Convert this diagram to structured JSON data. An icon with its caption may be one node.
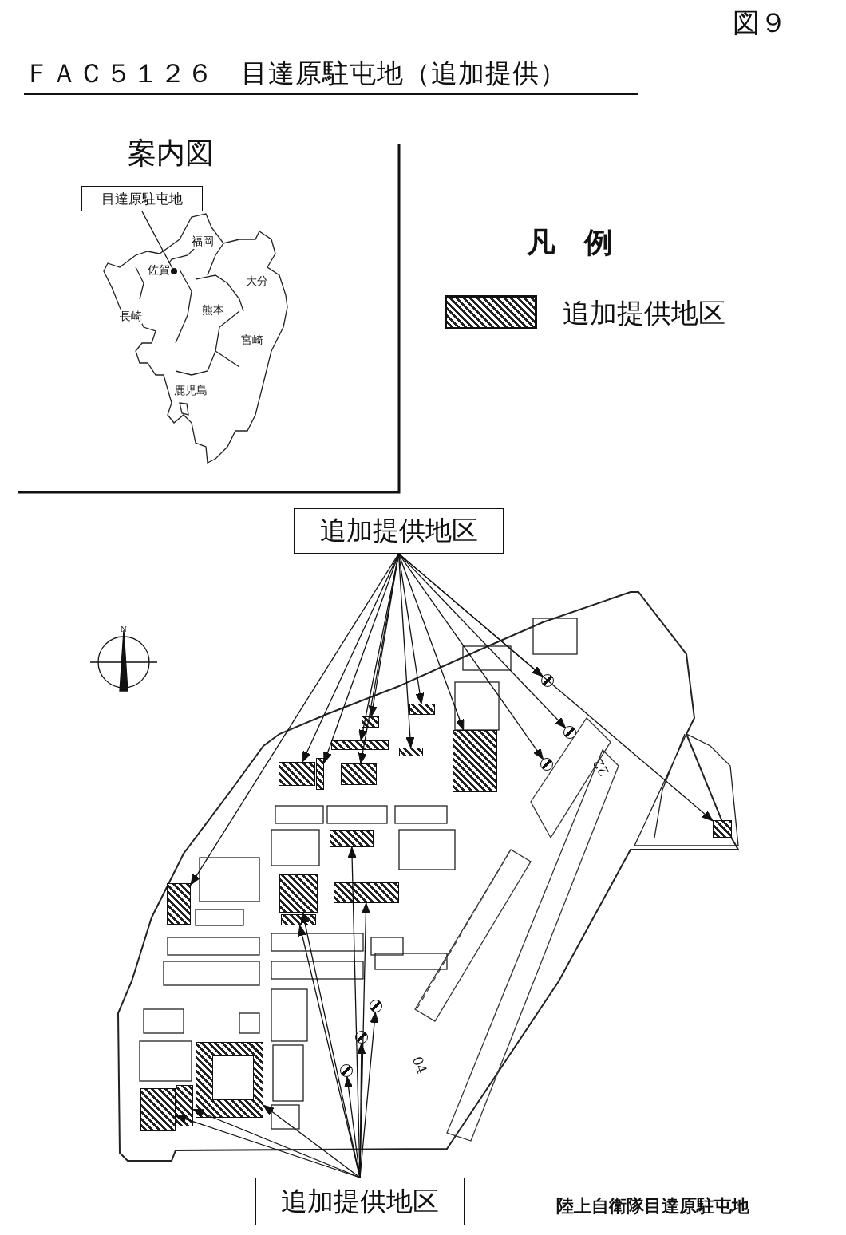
{
  "diagram": {
    "title": "ＦＡＣ５１２６　目達原駐屯地（追加提供）",
    "nodes": [
      {
        "text": [
          "目達原駐屯地"
        ]
      },
      {
        "text": [],
        "shape": "circle"
      },
      {
        "text": [
          "追加提供地区"
        ]
      },
      {
        "text": [
          "追加提供地区"
        ]
      },
      {
        "text": [],
        "shape": "box"
      },
      {
        "text": [],
        "shape": "box"
      },
      {
        "text": [],
        "shape": "box"
      },
      {
        "text": [],
        "shape": "circle"
      },
      {
        "text": [],
        "shape": "box"
      },
      {
        "text": [],
        "shape": "box"
      },
      {
        "text": [],
        "shape": "circle"
      },
      {
        "text": [],
        "shape": "box"
      },
      {
        "text": [],
        "shape": "box"
      },
      {
        "text": [],
        "shape": "box"
      },
      {
        "text": [],
        "shape": "circle"
      },
      {
        "text": [],
        "shape": "box"
      },
      {
        "text": [],
        "shape": "box"
      },
      {
        "text": [],
        "shape": "box"
      },
      {
        "text": [],
        "shape": "box"
      },
      {
        "text": [],
        "shape": "box"
      },
      {
        "text": [],
        "shape": "circle"
      },
      {
        "text": [],
        "shape": "circle"
      },
      {
        "text": [],
        "shape": "circle"
      },
      {
        "text": [],
        "shape": "box"
      },
      {
        "text": [],
        "shape": "box"
      },
      {
        "text": [],
        "shape": "box"
      },
      {
        "text": [],
        "shape": "box"
      }
    ],
    "edges": [
      {
        "from": 0,
        "to": 1,
        "arrow": "none"
      },
      {
        "from": 2,
        "to": 12,
        "arrow": "to"
      },
      {
        "from": 2,
        "to": 11,
        "arrow": "to"
      },
      {
        "from": 2,
        "to": 5,
        "arrow": "to"
      },
      {
        "from": 2,
        "to": 8,
        "arrow": "to"
      },
      {
        "from": 2,
        "to": 13,
        "arrow": "to"
      },
      {
        "from": 2,
        "to": 9,
        "arrow": "to"
      },
      {
        "from": 2,
        "to": 4,
        "arrow": "to"
      },
      {
        "from": 2,
        "to": 6,
        "arrow": "to"
      },
      {
        "from": 2,
        "to": 7,
        "arrow": "to"
      },
      {
        "from": 2,
        "to": 10,
        "arrow": "to"
      },
      {
        "from": 2,
        "to": 14,
        "arrow": "to"
      },
      {
        "from": 2,
        "to": 15,
        "arrow": "to"
      },
      {
        "from": 2,
        "to": 18,
        "arrow": "to"
      },
      {
        "from": 3,
        "to": 16,
        "arrow": "to"
      },
      {
        "from": 3,
        "to": 26,
        "arrow": "to"
      },
      {
        "from": 3,
        "to": 19,
        "arrow": "to"
      },
      {
        "from": 3,
        "to": 17,
        "arrow": "to"
      },
      {
        "from": 3,
        "to": 20,
        "arrow": "to"
      },
      {
        "from": 3,
        "to": 21,
        "arrow": "to"
      },
      {
        "from": 3,
        "to": 22,
        "arrow": "to"
      },
      {
        "from": 3,
        "to": 23,
        "arrow": "to"
      },
      {
        "from": 3,
        "to": 24,
        "arrow": "to"
      },
      {
        "from": 3,
        "to": 25,
        "arrow": "to"
      }
    ],
    "labels": [
      "図９",
      "案内図",
      "福岡",
      "佐賀",
      "大分",
      "長崎",
      "熊本",
      "宮崎",
      "鹿児島",
      "凡　例",
      "N",
      "22",
      "04",
      "陸上自衛隊目達原駐屯地"
    ],
    "legend": [
      {
        "text": "追加提供地区"
      }
    ]
  }
}
